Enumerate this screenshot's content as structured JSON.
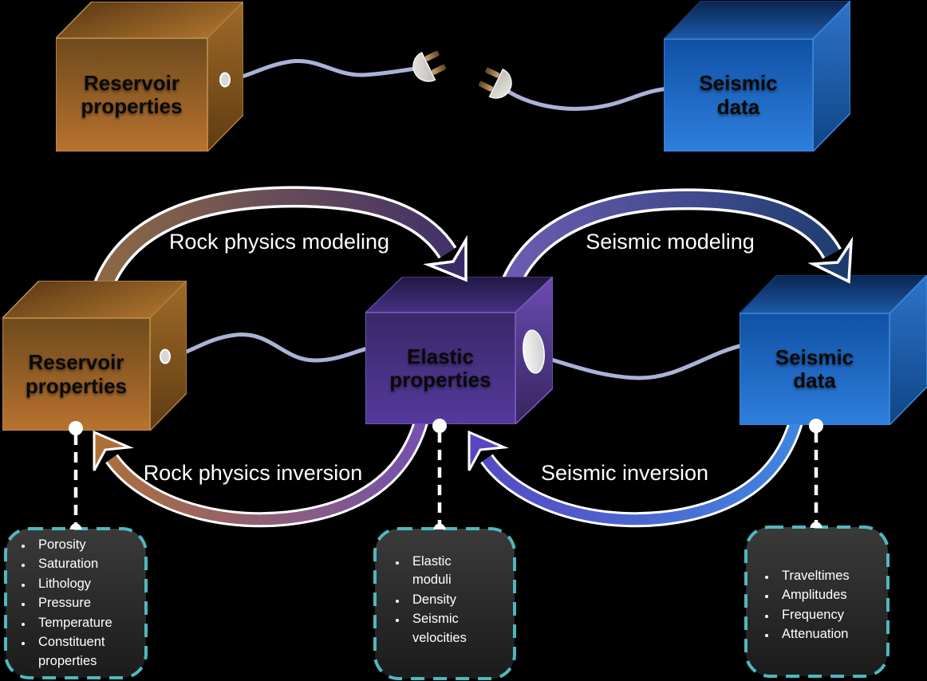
{
  "boxes": {
    "top_reservoir": {
      "label": "Reservoir\nproperties"
    },
    "top_seismic": {
      "label": "Seismic\ndata"
    },
    "mid_reservoir": {
      "label": "Reservoir\nproperties"
    },
    "mid_elastic": {
      "label": "Elastic\nproperties"
    },
    "mid_seismic": {
      "label": "Seismic\ndata"
    }
  },
  "arrows": {
    "rock_physics_modeling": {
      "label": "Rock physics modeling"
    },
    "seismic_modeling": {
      "label": "Seismic modeling"
    },
    "rock_physics_inversion": {
      "label": "Rock physics inversion"
    },
    "seismic_inversion": {
      "label": "Seismic inversion"
    }
  },
  "lists": {
    "reservoir_properties": {
      "items": [
        "Porosity",
        "Saturation",
        "Lithology",
        "Pressure",
        "Temperature",
        "Constituent properties"
      ]
    },
    "elastic_properties": {
      "items": [
        "Elastic moduli",
        "Density",
        "Seismic velocities"
      ]
    },
    "seismic_data": {
      "items": [
        "Traveltimes",
        "Amplitudes",
        "Frequency",
        "Attenuation"
      ]
    }
  },
  "colors": {
    "background": "#000000",
    "reservoir_box": "#a5682a",
    "elastic_box": "#4c348c",
    "seismic_box": "#1e6ac8",
    "cable": "#a9b3d6",
    "plug_body": "#dddbd7",
    "plug_prongs": "#b08952",
    "list_border": "#4fb8bd",
    "list_fill": "#2a2a2a",
    "arrow_label_text": "#ffffff",
    "box_label_text": "#0a0a0a",
    "rock_physics_modeling_arrow": [
      "#8d6a45",
      "#402f6b"
    ],
    "seismic_modeling_arrow": [
      "#6e5cb2",
      "#1d3c6e"
    ],
    "rock_physics_inversion_arrow": [
      "#ad6f38",
      "#7150b4"
    ],
    "seismic_inversion_arrow": [
      "#5847c2",
      "#3f86e0"
    ]
  }
}
